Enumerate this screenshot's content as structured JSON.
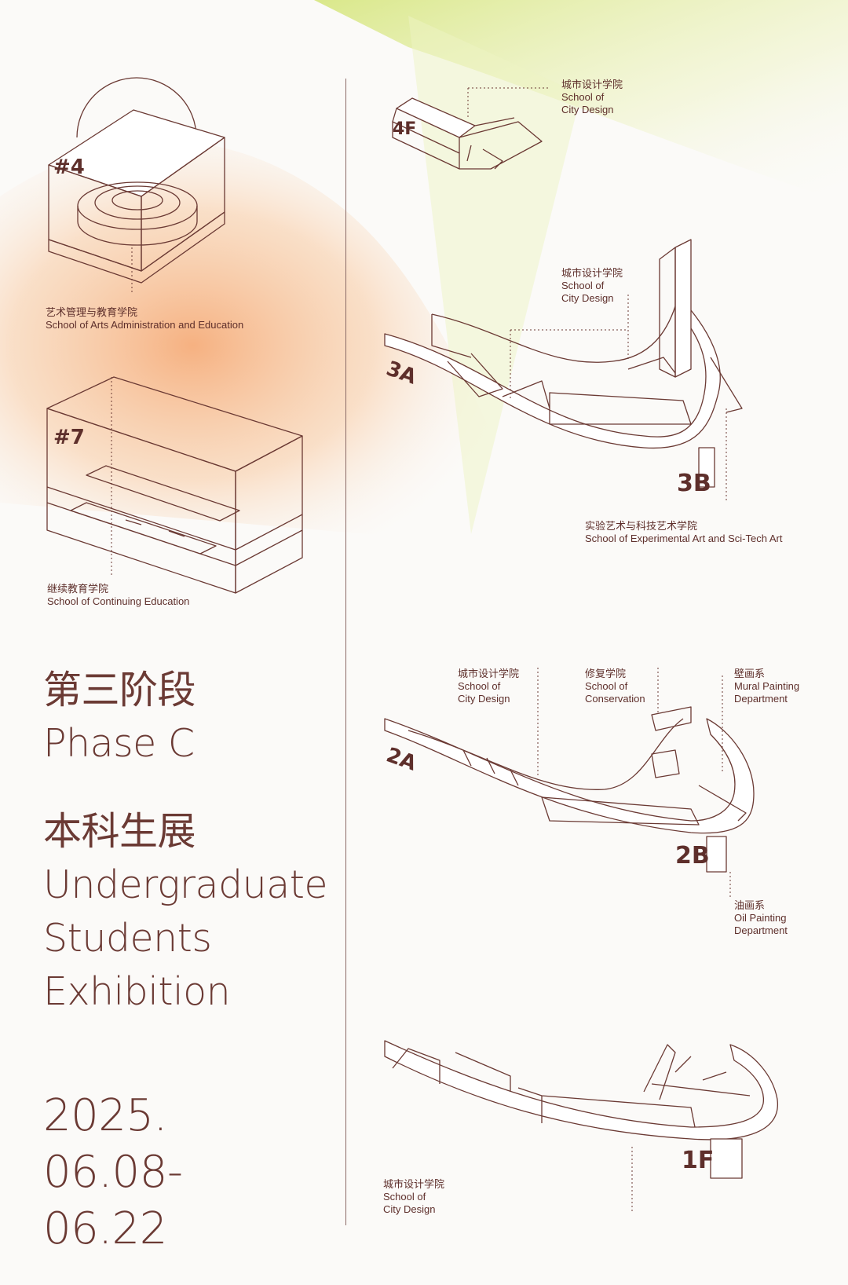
{
  "colors": {
    "ink": "#6b3a34",
    "orange_glow": "#f6b27c",
    "lime_glow": "#d9e88a"
  },
  "buildings": {
    "b4": {
      "tag": "#4",
      "cn": "艺术管理与教育学院",
      "en": "School of Arts Administration and Education"
    },
    "b7": {
      "tag": "#7",
      "cn": "继续教育学院",
      "en": "School of Continuing Education"
    }
  },
  "floors": {
    "f4": {
      "tag": "4F",
      "label_cn": "城市设计学院",
      "label_en": [
        "School of",
        "City Design"
      ]
    },
    "f3": {
      "tag_a": "3A",
      "tag_b": "3B",
      "label_top_cn": "城市设计学院",
      "label_top_en": [
        "School of",
        "City Design"
      ],
      "label_bottom_cn": "实验艺术与科技艺术学院",
      "label_bottom_en": "School of Experimental Art and Sci-Tech Art"
    },
    "f2": {
      "tag_a": "2A",
      "tag_b": "2B",
      "city_cn": "城市设计学院",
      "city_en": [
        "School of",
        "City Design"
      ],
      "cons_cn": "修复学院",
      "cons_en": [
        "School of",
        "Conservation"
      ],
      "mural_cn": "壁画系",
      "mural_en": [
        "Mural Painting",
        "Department"
      ],
      "oil_cn": "油画系",
      "oil_en": [
        "Oil Painting",
        "Department"
      ]
    },
    "f1": {
      "tag": "1F",
      "label_cn": "城市设计学院",
      "label_en": [
        "School of",
        "City Design"
      ]
    }
  },
  "title": {
    "phase_cn": "第三阶段",
    "phase_en": "Phase C",
    "exhibit_cn": "本科生展",
    "exhibit_en": [
      "Undergraduate",
      "Students",
      "Exhibition"
    ],
    "dates": [
      "2025.",
      "06.08-",
      "06.22"
    ]
  }
}
